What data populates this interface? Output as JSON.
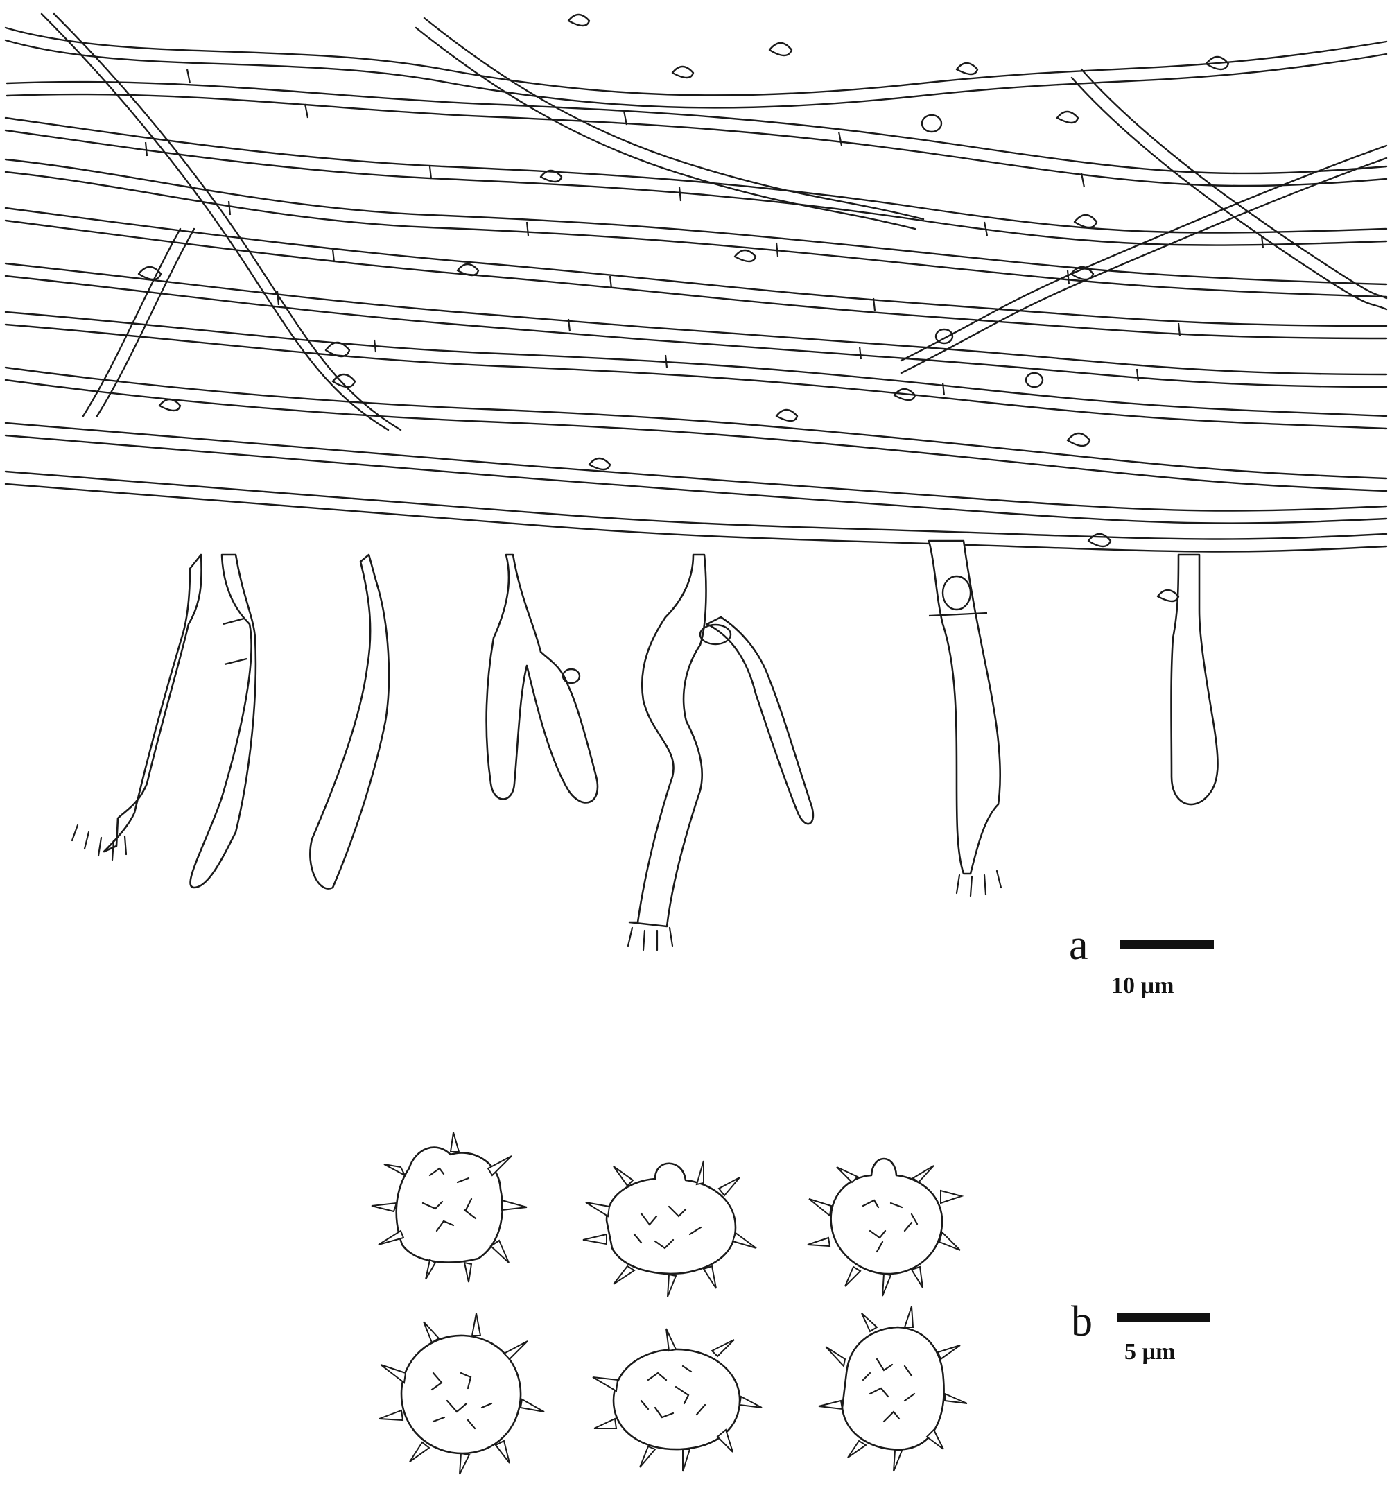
{
  "figure": {
    "panel_a": {
      "letter": "a",
      "scale_label": "10 µm",
      "contents": "hyphae-and-basidia"
    },
    "panel_b": {
      "letter": "b",
      "scale_label": "5 µm",
      "contents": "basidiospores",
      "spore_count": 6
    }
  },
  "colors": {
    "ink": "#1a1a1a",
    "background": "#ffffff"
  }
}
